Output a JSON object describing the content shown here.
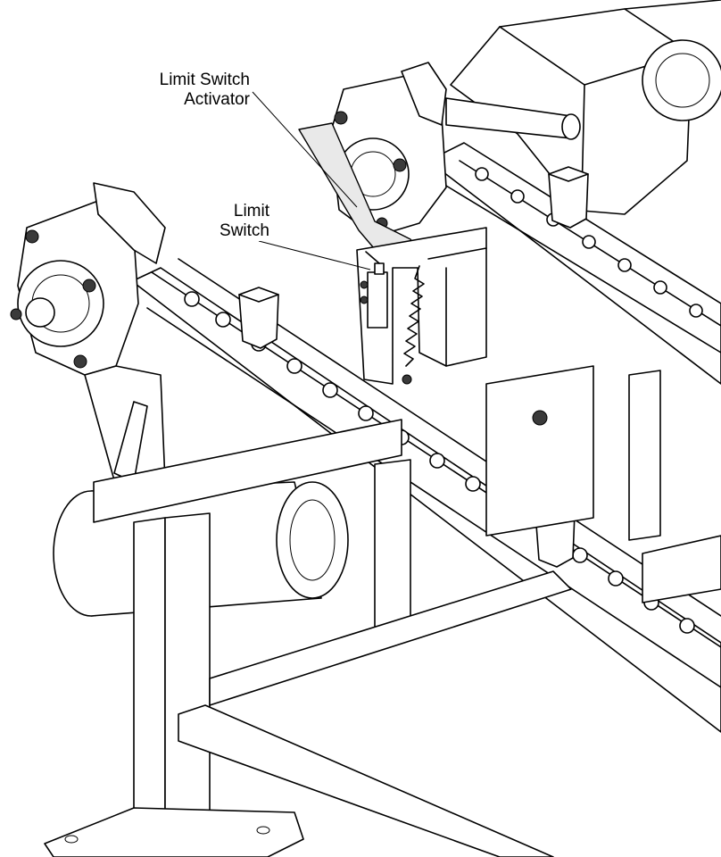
{
  "callouts": {
    "activator": {
      "line1": "Limit Switch",
      "line2": "Activator"
    },
    "switch": {
      "line1": "Limit",
      "line2": "Switch"
    }
  }
}
